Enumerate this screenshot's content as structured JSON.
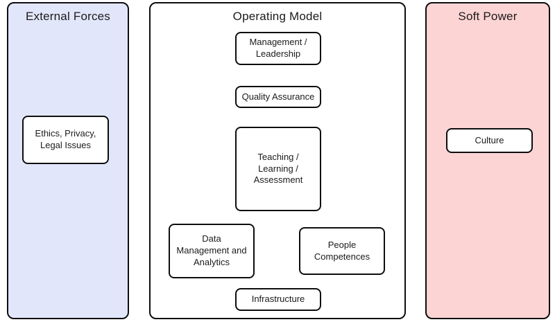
{
  "panels": [
    {
      "id": "external-forces",
      "title": "External Forces",
      "bg": "#e2e6fb",
      "boxes": [
        {
          "id": "ethics-privacy-legal",
          "label": "Ethics, Privacy,\nLegal Issues"
        }
      ]
    },
    {
      "id": "operating-model",
      "title": "Operating Model",
      "bg": "#ffffff",
      "boxes": [
        {
          "id": "management-leadership",
          "label": "Management  /\nLeadership"
        },
        {
          "id": "quality-assurance",
          "label": "Quality Assurance"
        },
        {
          "id": "teaching-learning-assessment",
          "label": "Teaching /\nLearning /\nAssessment"
        },
        {
          "id": "data-management-analytics",
          "label": "Data\nManagement and\nAnalytics"
        },
        {
          "id": "people-competences",
          "label": "People\nCompetences"
        },
        {
          "id": "infrastructure",
          "label": "Infrastructure"
        }
      ]
    },
    {
      "id": "soft-power",
      "title": "Soft Power",
      "bg": "#fdd4d4",
      "boxes": [
        {
          "id": "culture",
          "label": "Culture"
        }
      ]
    }
  ],
  "colors": {
    "external_forces_bg": "#e2e6fb",
    "operating_model_bg": "#ffffff",
    "soft_power_bg": "#fdd4d4",
    "border": "#0d0d0d",
    "node_bg": "#ffffff",
    "text": "#1a1a1a"
  }
}
